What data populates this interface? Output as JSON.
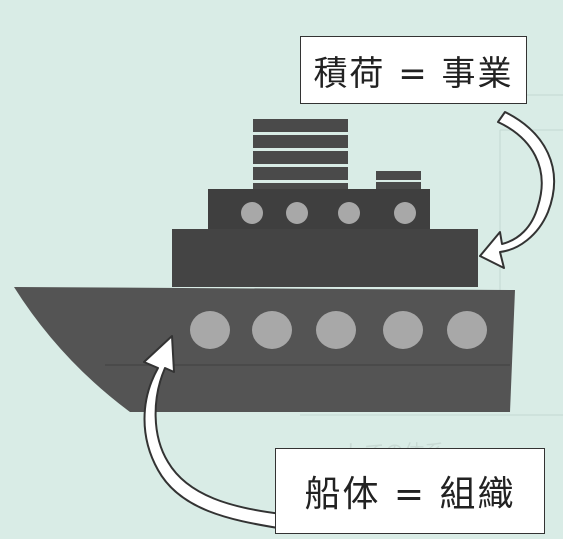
{
  "labels": {
    "cargo": "積荷 = 事業",
    "hull": "船体 = 組織"
  },
  "background_text": {
    "top": "",
    "bottom": "しての体系"
  },
  "colors": {
    "background": "#d9ece6",
    "ship_hull": "#545454",
    "ship_superstructure": "#3f3f3f",
    "cargo_stack": "#4a4a4a",
    "portholes": "#a8a8a8",
    "arrow_fill": "#ffffff",
    "arrow_stroke": "#333333"
  }
}
